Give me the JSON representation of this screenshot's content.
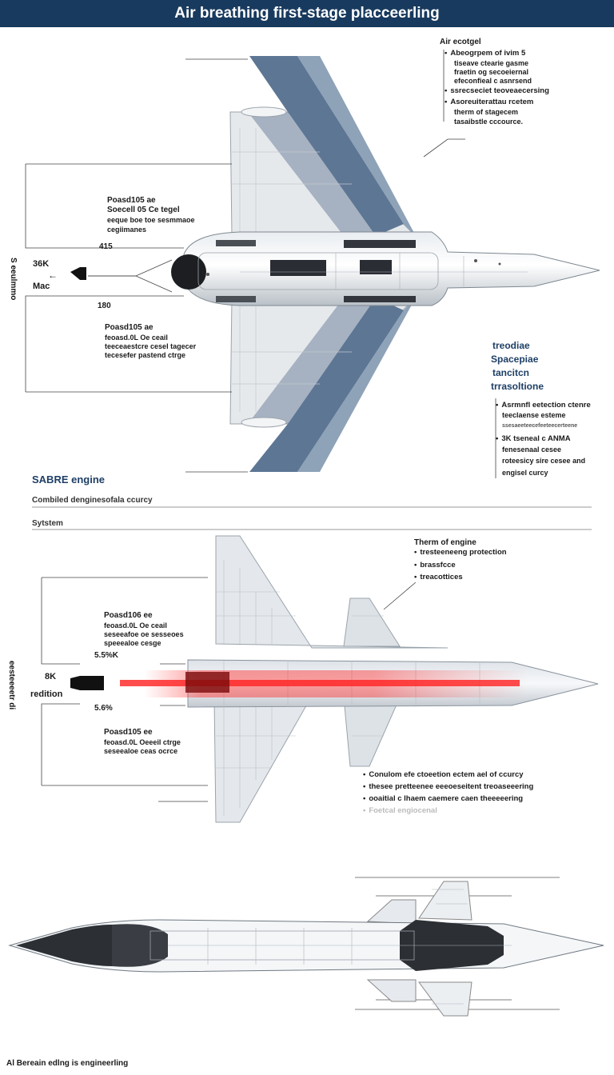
{
  "title": "Air breathing first-stage placceerling",
  "panel1": {
    "callout_title": "Air ecotgel",
    "callout_bullets": [
      "Abeogrpem of ivim 5",
      "tiseave ctearie gasme",
      "fraetin og secoeiernal",
      "efeconfieal c asnrsend",
      "ssrecseciet teoveaecersing",
      "Asoreuiterattau rcetem",
      "therm of stagecem",
      "tasaibstle cccource."
    ],
    "left_upper_note": [
      "Poasd105 ae",
      "Soecell 05 Ce tegel",
      "eeque boe toe sesmmaoe",
      "cegiimanes"
    ],
    "dim_top": "415",
    "dim_bottom": "180",
    "engine_value": "36K",
    "engine_unit": "Mac",
    "left_lower_note": [
      "Poasd105 ae",
      "feoasd.0L Oe ceail",
      "teeceaestcre cesel tagecer",
      "tecesefer pastend ctrge"
    ],
    "vertical_label": "S eeulmmo"
  },
  "side_panel": {
    "heading": [
      "treodiae",
      "Spacepiae",
      "tancitcn",
      "trrasoltione"
    ],
    "bullets": [
      "Asrmnfl eetection ctenre",
      "teeclaense esteme",
      "ssesaeeteecefeeteecerteene",
      "3K tseneal c ANMA",
      "fenesenaal cesee",
      "roteesicy sire cesee and",
      "engisel curcy"
    ]
  },
  "section": {
    "engine_title": "SABRE engine",
    "line1": "Combiled denginesofala ccurcy",
    "line2": "Sytstem"
  },
  "panel2": {
    "callout_title": "Therm of engine",
    "callout_bullets": [
      "tresteeneeng protection",
      "brassfcce",
      "treacottices"
    ],
    "upper_note": [
      "Poasd106 ee",
      "feoasd.0L Oe ceail",
      "seseeafoe oe sesseoes",
      "speeealoe cesge"
    ],
    "dim_top": "5.5%K",
    "engine_value": "8K",
    "engine_unit": "redition",
    "dim_bottom": "5.6%",
    "lower_note": [
      "Poasd105 ee",
      "feoasd.0L Oeeeil ctrge",
      "seseealoe ceas ocrce"
    ],
    "bottom_bullets": [
      "Conulom efe ctoeetion ectem ael of ccurcy",
      "thesee pretteenee eeeoeseitent treoaseeering",
      "ooaitial c lhaem caemere caen theeeeering",
      "Foetcal engiocenal"
    ],
    "vertical_label": "eesteeeetr di"
  },
  "footer": "Al Bereain edlng is engineerling"
}
